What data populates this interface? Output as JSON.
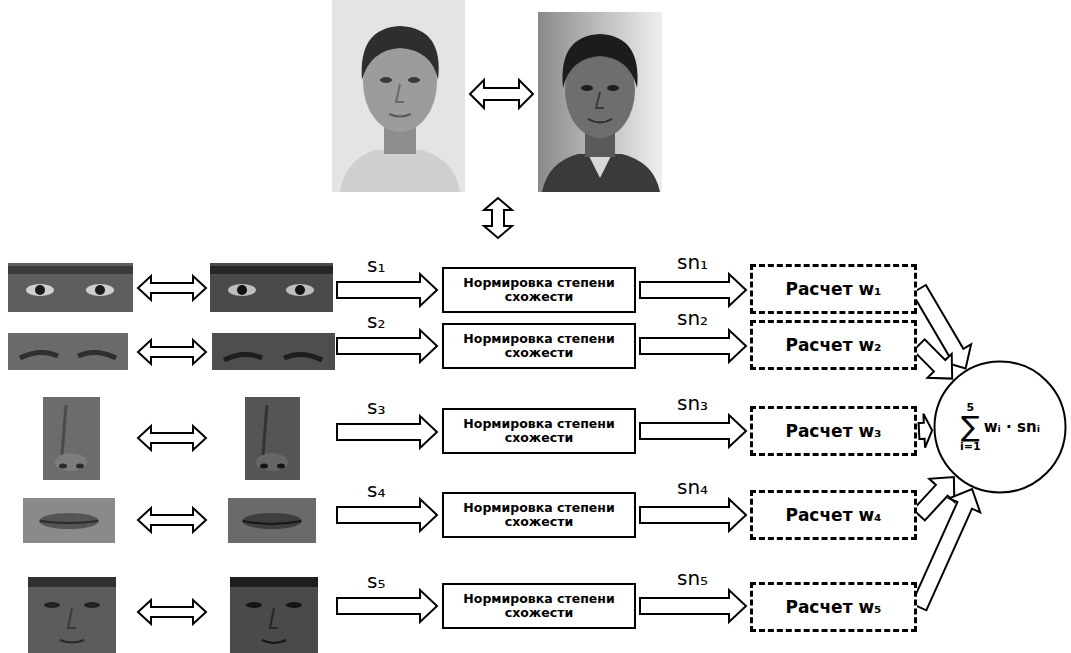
{
  "diagram": {
    "nodes": [
      {
        "text": [
          "Нормировка степени схожести"
        ]
      },
      {
        "text": [
          "Расчет w₁"
        ]
      },
      {
        "text": [
          "Нормировка степени схожести"
        ]
      },
      {
        "text": [
          "Расчет w₂"
        ]
      },
      {
        "text": [
          "Нормировка степени схожести"
        ]
      },
      {
        "text": [
          "Расчет w₃"
        ]
      },
      {
        "text": [
          "Нормировка степени схожести"
        ]
      },
      {
        "text": [
          "Расчет w₄"
        ]
      },
      {
        "text": [
          "Нормировка степени схожести"
        ]
      },
      {
        "text": [
          "Расчет w₅"
        ]
      },
      {
        "text": [
          "5",
          "∑",
          "i=1",
          "wᵢ · snᵢ"
        ]
      }
    ],
    "edges": [
      {
        "from": 0,
        "to": 1,
        "arrow": "to",
        "label": "sn₁"
      },
      {
        "from": 2,
        "to": 3,
        "arrow": "to",
        "label": "sn₂"
      },
      {
        "from": 4,
        "to": 5,
        "arrow": "to",
        "label": "sn₃"
      },
      {
        "from": 6,
        "to": 7,
        "arrow": "to",
        "label": "sn₄"
      },
      {
        "from": 8,
        "to": 9,
        "arrow": "to",
        "label": "sn₅"
      },
      {
        "from": 1,
        "to": 10,
        "arrow": "to"
      },
      {
        "from": 3,
        "to": 10,
        "arrow": "to"
      },
      {
        "from": 5,
        "to": 10,
        "arrow": "to"
      },
      {
        "from": 7,
        "to": 10,
        "arrow": "to"
      },
      {
        "from": 9,
        "to": 10,
        "arrow": "to"
      }
    ],
    "labels": [
      "s₁",
      "s₂",
      "s₃",
      "s₄",
      "s₅"
    ]
  }
}
